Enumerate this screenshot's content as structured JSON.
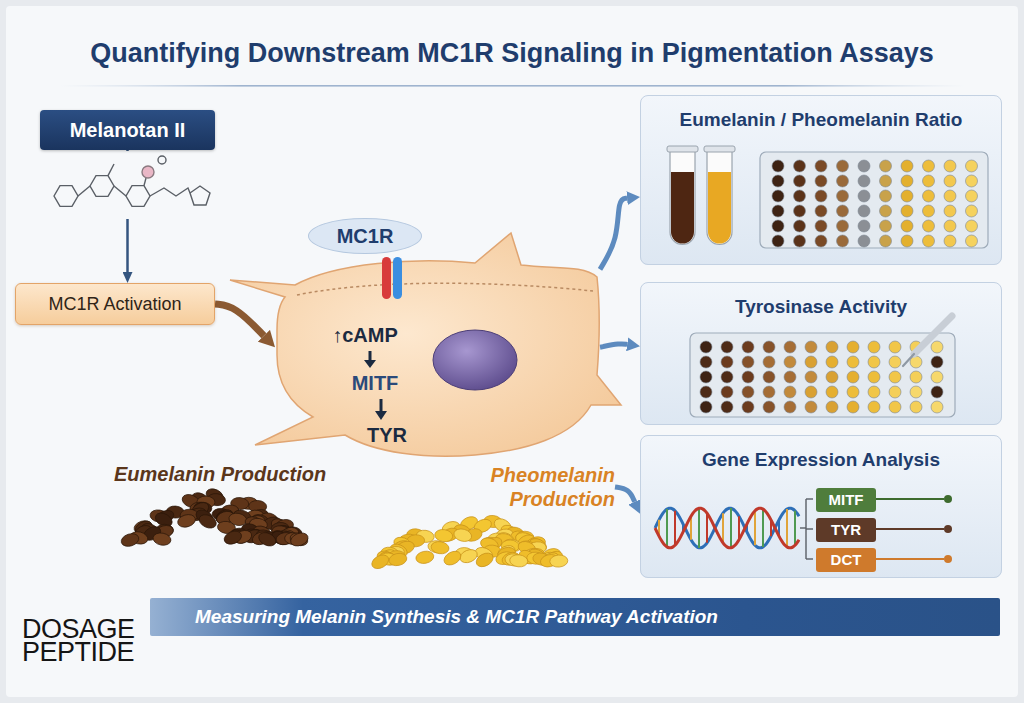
{
  "diagram": {
    "title": "Quantifying Downstream MC1R Signaling in Pigmentation Assays",
    "nodes": [
      {
        "text": [
          "Melanotan II"
        ]
      },
      {
        "text": [
          "MC1R Activation"
        ]
      },
      {
        "text": [
          "MC1R"
        ]
      },
      {
        "text": [
          "↑cAMP",
          "MITF",
          "TYR"
        ]
      },
      {
        "text": [
          "Eumelanin Production"
        ]
      },
      {
        "text": [
          "Pheomelanin Production"
        ]
      },
      {
        "text": [
          "Eumelanin / Pheomelanin Ratio"
        ]
      },
      {
        "text": [
          "Tyrosinase Activity"
        ]
      },
      {
        "text": [
          "Gene Expression Analysis"
        ]
      },
      {
        "text": [
          "MITF"
        ],
        "in": 8
      },
      {
        "text": [
          "TYR"
        ],
        "in": 8
      },
      {
        "text": [
          "DCT"
        ],
        "in": 8
      },
      {
        "text": [
          "Measuring Melanin Synthesis & MC1R Pathway Activation"
        ]
      }
    ],
    "edges": [
      {
        "from": 0,
        "to": 1,
        "arrow": "to"
      },
      {
        "from": 1,
        "to": 3,
        "arrow": "to"
      },
      {
        "from": 3,
        "to": 6,
        "arrow": "to"
      },
      {
        "from": 3,
        "to": 7,
        "arrow": "to"
      },
      {
        "from": 5,
        "to": 8,
        "arrow": "to"
      }
    ],
    "labels": [
      "DOSAGE PEPTIDE"
    ]
  }
}
